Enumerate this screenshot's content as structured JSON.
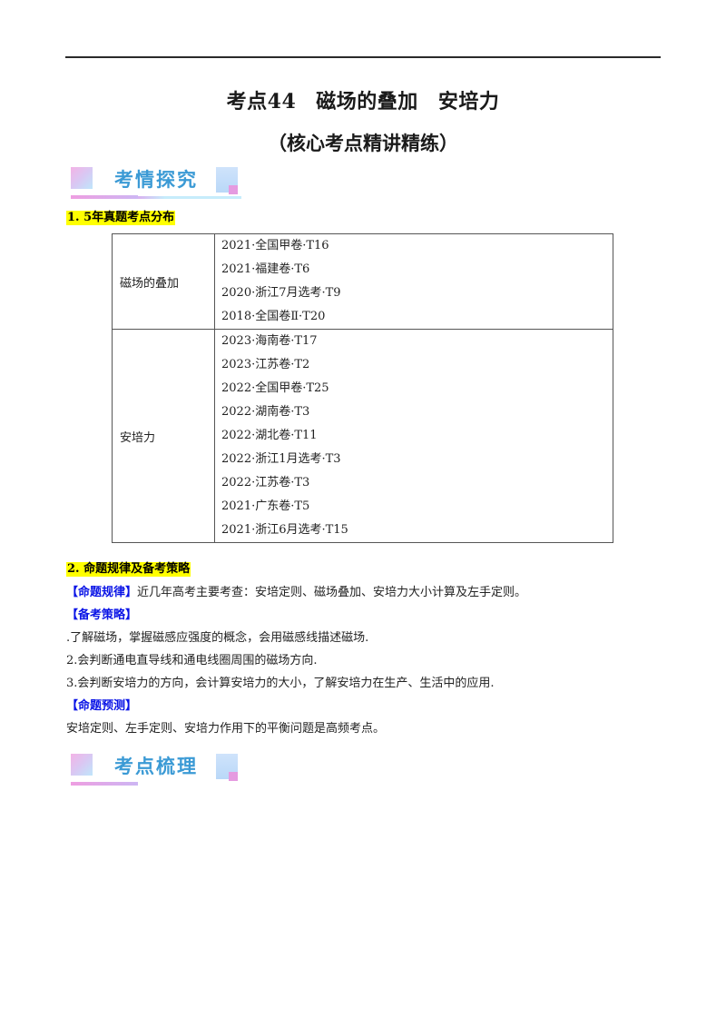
{
  "header": {
    "title_parts": [
      "考点44",
      "磁场的叠加",
      "安培力"
    ],
    "subtitle": "（核心考点精讲精练）"
  },
  "banners": {
    "section1": "考情探究",
    "section2": "考点梳理"
  },
  "section1": {
    "heading": "1. 5年真题考点分布",
    "table": {
      "rows": [
        {
          "topic": "磁场的叠加",
          "items": [
            "2021·全国甲卷·T16",
            "2021·福建卷·T6",
            "2020·浙江7月选考·T9",
            "2018·全国卷Ⅱ·T20"
          ]
        },
        {
          "topic": "安培力",
          "items": [
            "2023·海南卷·T17",
            "2023·江苏卷·T2",
            "2022·全国甲卷·T25",
            "2022·湖南卷·T3",
            "2022·湖北卷·T11",
            "2022·浙江1月选考·T3",
            "2022·江苏卷·T3",
            "2021·广东卷·T5",
            "2021·浙江6月选考·T15"
          ]
        }
      ]
    }
  },
  "section2": {
    "heading": "2.  命题规律及备考策略",
    "rule_label": "【命题规律】",
    "rule_text": "近几年高考主要考查：安培定则、磁场叠加、安培力大小计算及左手定则。",
    "strategy_label": "【备考策略】",
    "strategy_items": [
      ".了解磁场，掌握磁感应强度的概念，会用磁感线描述磁场.",
      "2.会判断通电直导线和通电线圈周围的磁场方向.",
      "3.会判断安培力的方向，会计算安培力的大小，了解安培力在生产、生活中的应用."
    ],
    "forecast_label": "【命题预测】",
    "forecast_text": "安培定则、左手定则、安培力作用下的平衡问题是高频考点。"
  },
  "colors": {
    "highlight": "#ffff00",
    "label_blue": "#0a14e6",
    "banner_text": "#3b9ad5"
  }
}
